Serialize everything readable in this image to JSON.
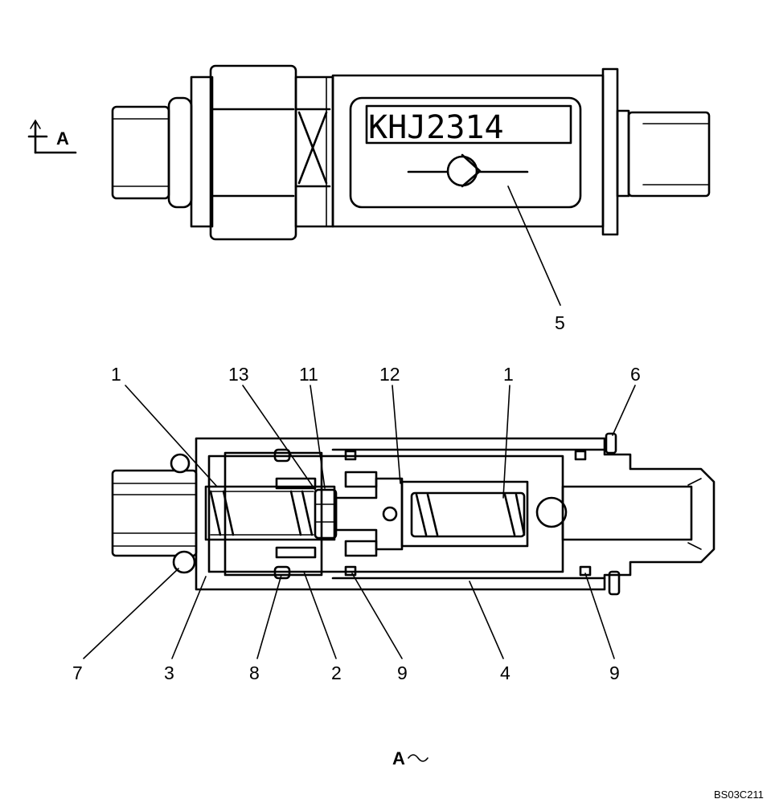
{
  "nameplate_text": "KHJ2314",
  "view_marker": "A",
  "view_caption": "A",
  "drawing_code": "BS03C211",
  "callouts": {
    "top_5": "5",
    "c1_left": "1",
    "c13": "13",
    "c11": "11",
    "c12": "12",
    "c1_right": "1",
    "c6": "6",
    "c7": "7",
    "c3": "3",
    "c8": "8",
    "c2": "2",
    "c9_mid": "9",
    "c4": "4",
    "c9_right": "9"
  }
}
